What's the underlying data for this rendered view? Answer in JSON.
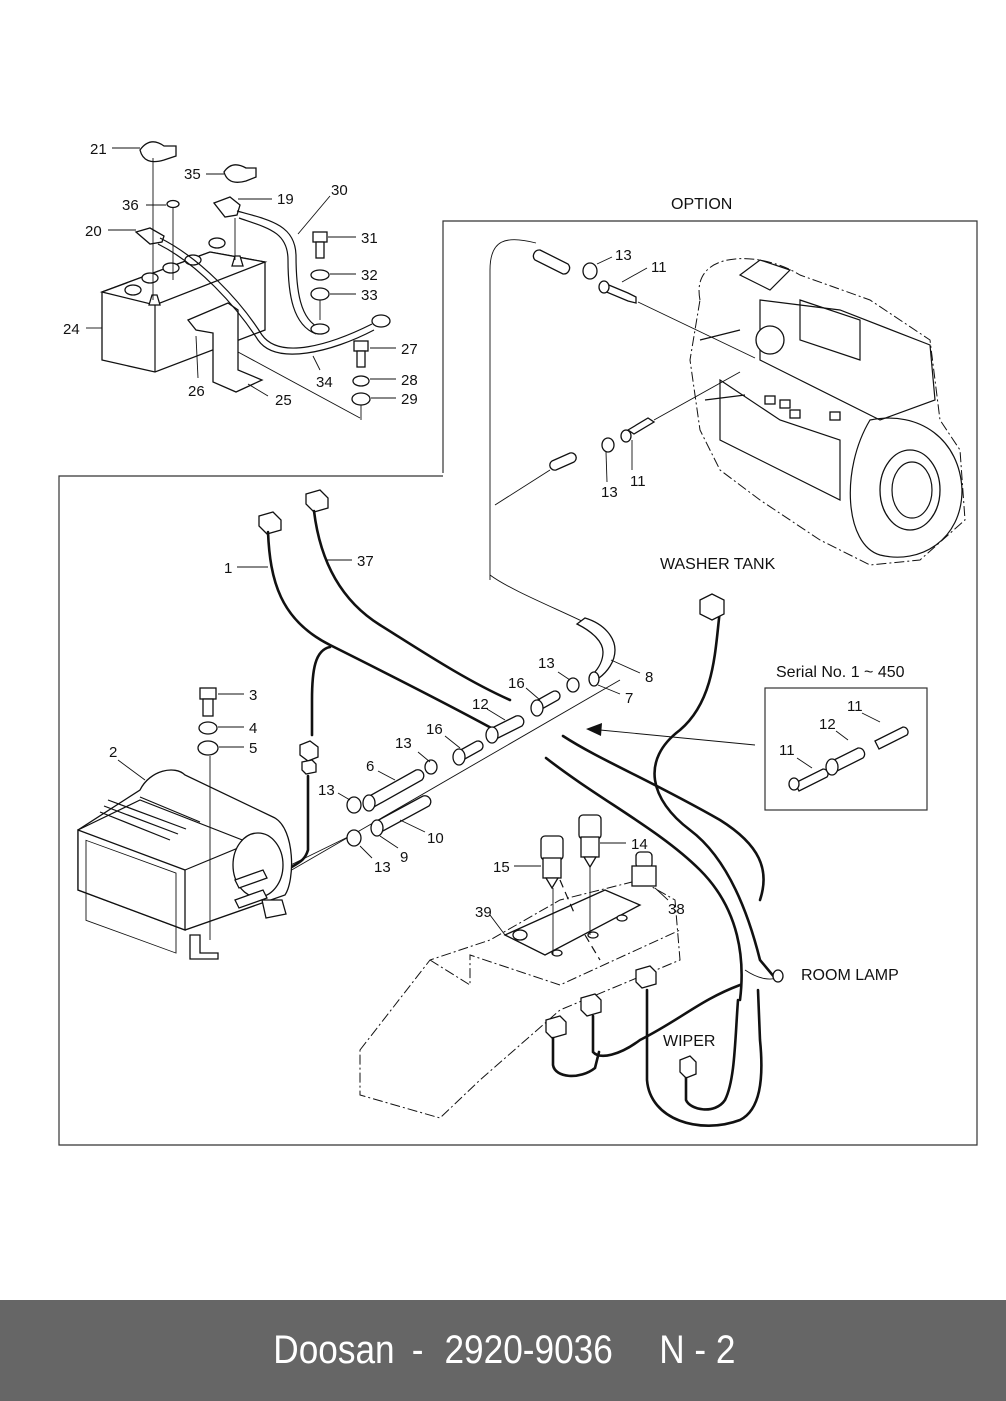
{
  "footer": {
    "brand": "Doosan",
    "separator": "-",
    "part_number": "2920-9036",
    "page_code": "N - 2",
    "bg_color": "#666666",
    "text_color": "#ffffff"
  },
  "diagram": {
    "section_labels": {
      "option": "OPTION",
      "washer_tank": "WASHER TANK",
      "serial_range": "Serial No. 1 ~ 450",
      "room_lamp": "ROOM LAMP",
      "wiper": "WIPER"
    },
    "battery_callouts": [
      "21",
      "35",
      "36",
      "19",
      "30",
      "20",
      "31",
      "32",
      "33",
      "24",
      "27",
      "28",
      "29",
      "26",
      "25",
      "34"
    ],
    "engine_callouts": [
      "13",
      "11",
      "11",
      "13"
    ],
    "harness_callouts": [
      "1",
      "37",
      "8",
      "7",
      "13",
      "16",
      "12",
      "16",
      "13",
      "6",
      "13",
      "10",
      "9",
      "13",
      "3",
      "4",
      "5",
      "2"
    ],
    "console_callouts": [
      "14",
      "15",
      "38",
      "39"
    ],
    "inset_callouts": [
      "11",
      "12",
      "11"
    ]
  }
}
